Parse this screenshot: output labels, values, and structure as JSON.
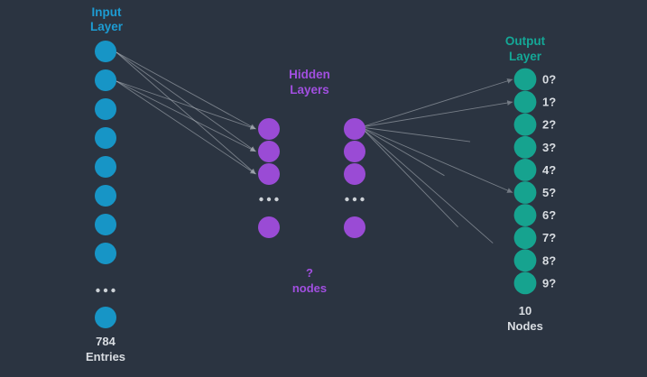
{
  "diagram_title": "Neural network architecture diagram",
  "colors": {
    "background": "#2b3441",
    "input_node": "#1795c6",
    "input_title": "#1d9cd3",
    "hidden_node": "#9a4bd5",
    "hidden_title": "#a14fe0",
    "output_node": "#16a38f",
    "output_title": "#14a897",
    "light_text": "#d9dde2",
    "connection_line": "#c2c8ce",
    "ellipsis_dot": "#ccd1d6"
  },
  "layers": {
    "input": {
      "title_lines": [
        "Input",
        "Layer"
      ],
      "bottom_label_lines": [
        "784",
        "Entries"
      ],
      "visible_node_count": 9,
      "has_ellipsis": true
    },
    "hidden": {
      "title_lines": [
        "Hidden",
        "Layers"
      ],
      "bottom_label_lines": [
        "?",
        "nodes"
      ],
      "column_count": 2,
      "visible_nodes_per_column": 4,
      "has_ellipsis": true
    },
    "output": {
      "title_lines": [
        "Output",
        "Layer"
      ],
      "bottom_label_lines": [
        "10",
        "Nodes"
      ],
      "node_labels": [
        "0?",
        "1?",
        "2?",
        "3?",
        "4?",
        "5?",
        "6?",
        "7?",
        "8?",
        "9?"
      ],
      "visible_node_count": 10
    }
  },
  "connections": {
    "input_to_hidden1": [
      {
        "from_input": 0,
        "to_hidden": 0,
        "arrow": true
      },
      {
        "from_input": 0,
        "to_hidden": 1,
        "arrow": true
      },
      {
        "from_input": 0,
        "to_hidden": 2,
        "arrow": true
      },
      {
        "from_input": 1,
        "to_hidden": 0,
        "arrow": true
      },
      {
        "from_input": 1,
        "to_hidden": 1,
        "arrow": true
      },
      {
        "from_input": 1,
        "to_hidden": 2,
        "arrow": true
      }
    ],
    "hidden2_to_output": [
      {
        "from_hidden": 0,
        "to_output": 0,
        "arrow": true,
        "partial": false
      },
      {
        "from_hidden": 0,
        "to_output": 1,
        "arrow": true,
        "partial": false
      },
      {
        "from_hidden": 0,
        "to_output": 3,
        "arrow": false,
        "partial": true,
        "end_fraction": 0.72
      },
      {
        "from_hidden": 0,
        "to_output": 6,
        "arrow": false,
        "partial": true,
        "end_fraction": 0.55
      },
      {
        "from_hidden": 0,
        "to_output": 5,
        "arrow": true,
        "partial": false
      },
      {
        "from_hidden": 0,
        "to_output": 9,
        "arrow": false,
        "partial": true,
        "end_fraction": 0.64
      },
      {
        "from_hidden": 0,
        "to_output": 8,
        "arrow": false,
        "partial": true,
        "end_fraction": 0.87
      }
    ]
  }
}
